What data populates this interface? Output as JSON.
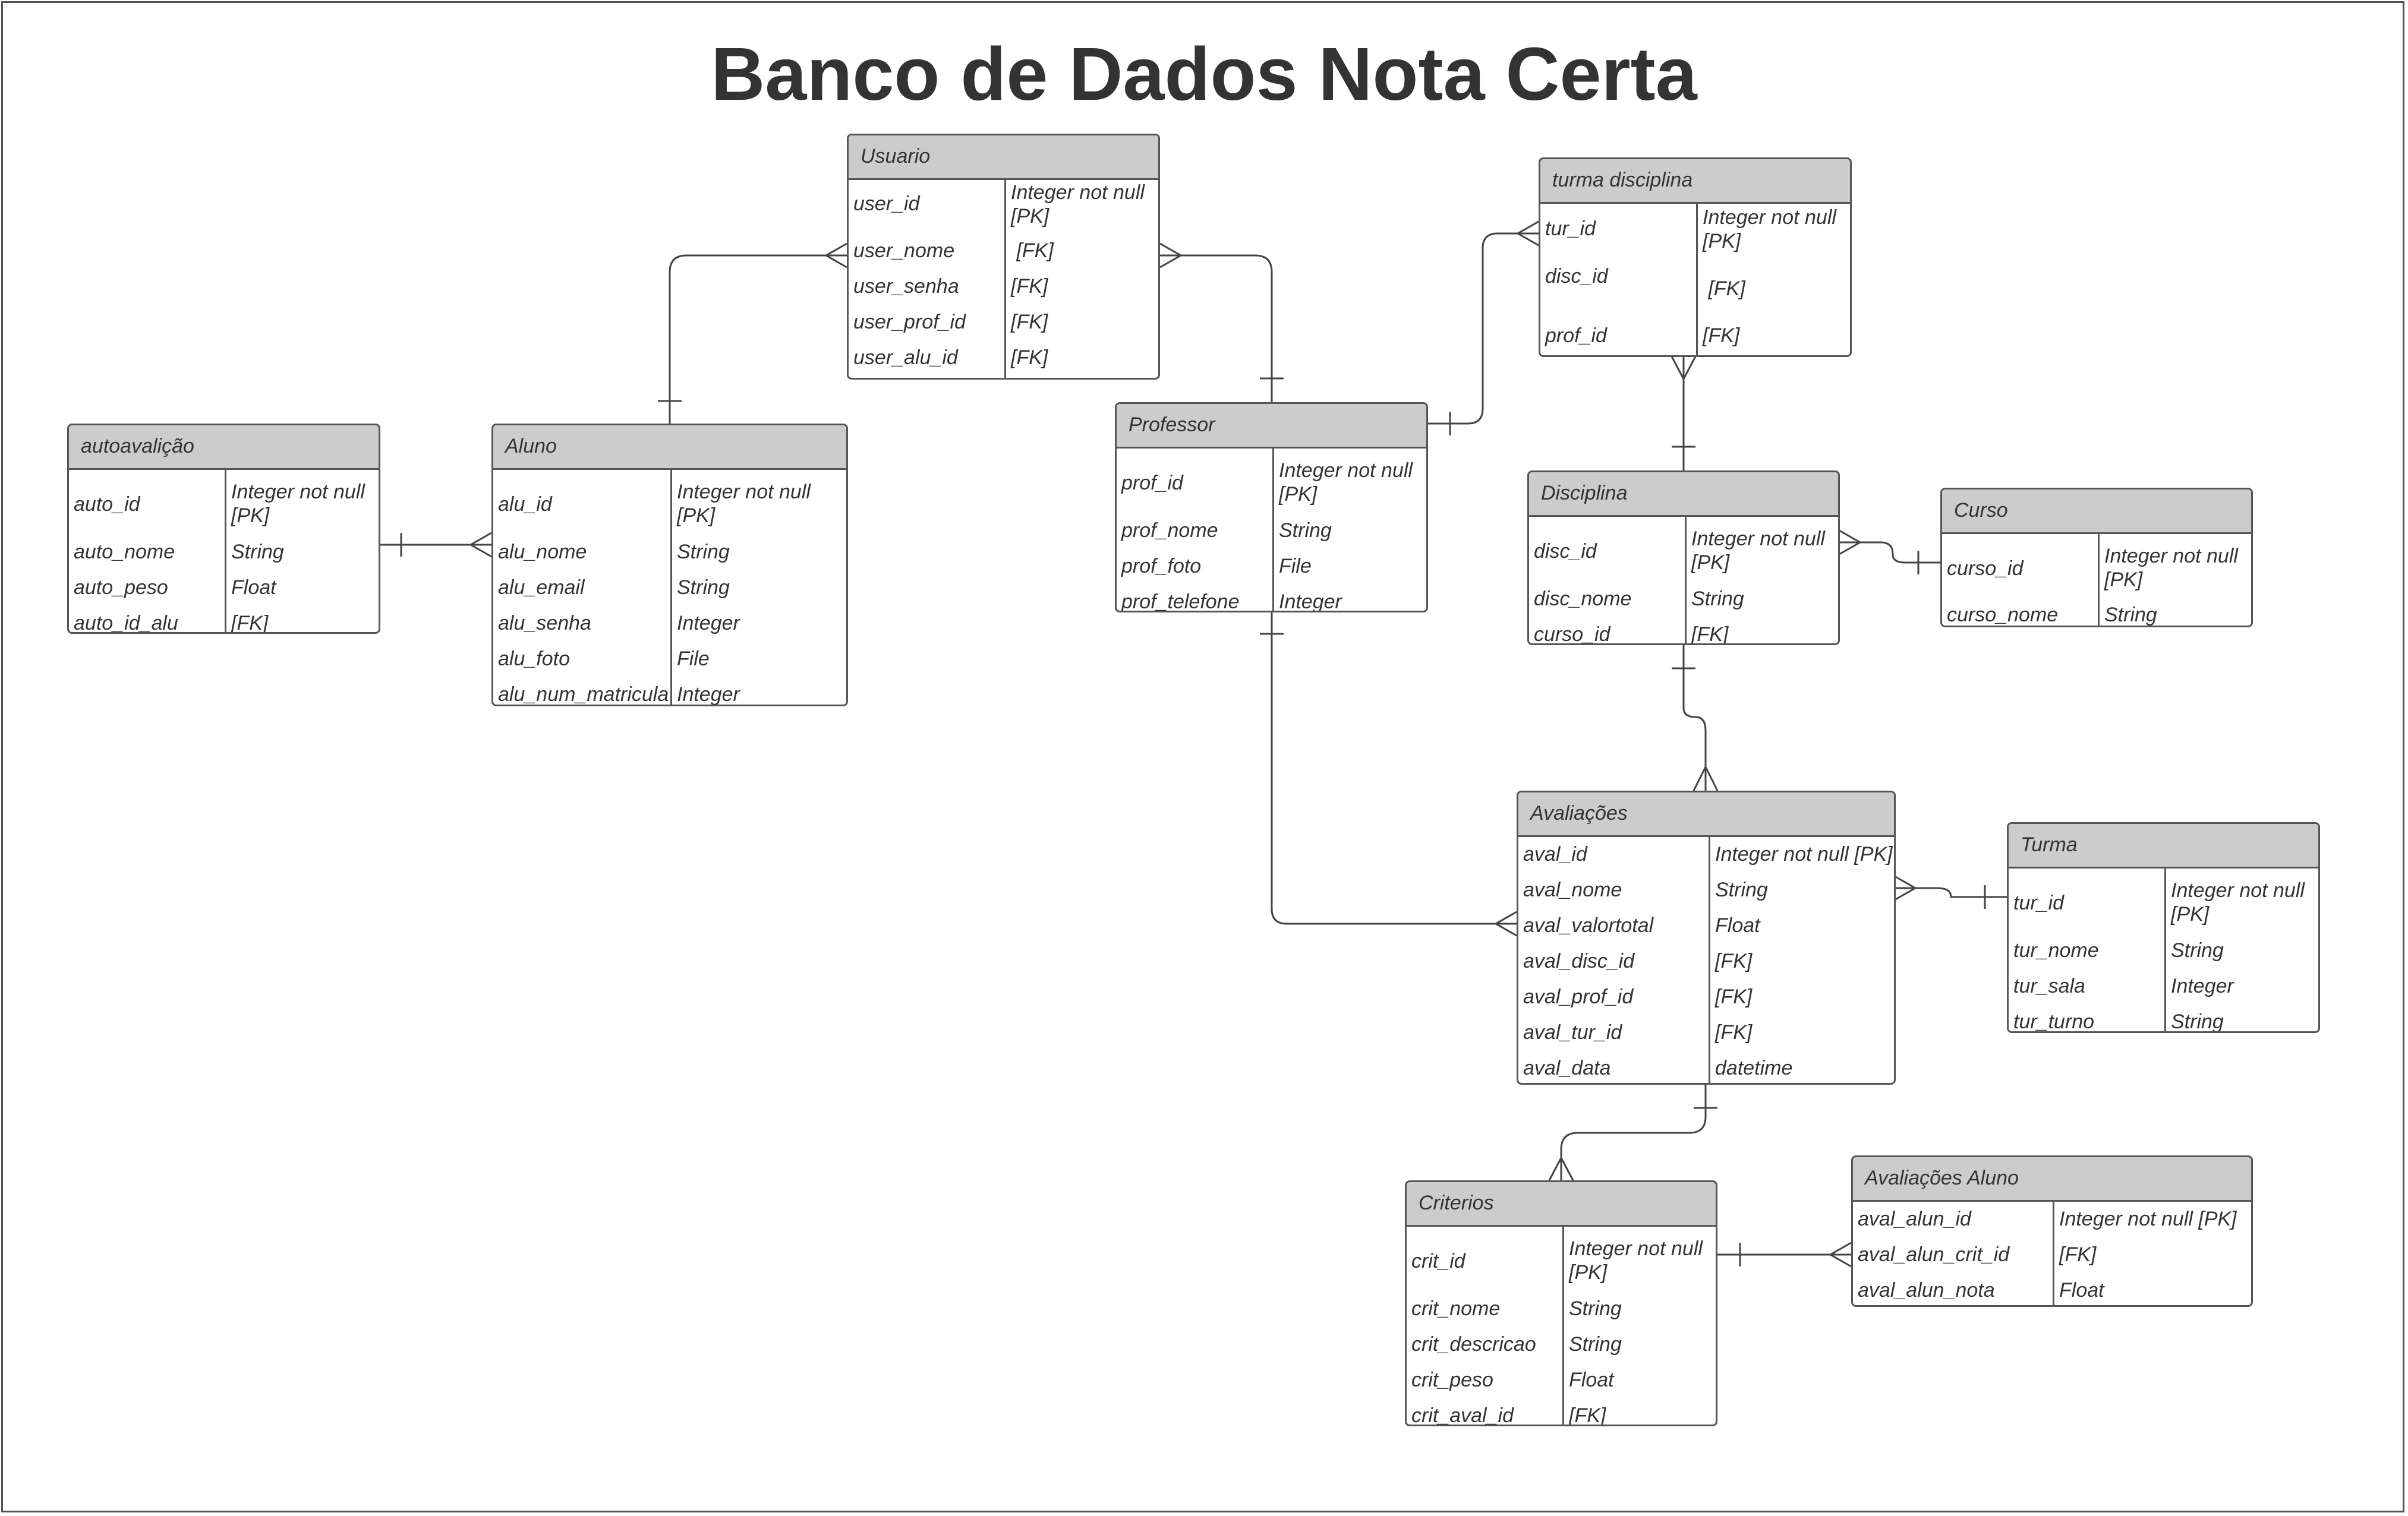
{
  "title": "Banco de Dados Nota Certa",
  "colors": {
    "header_fill": "#cccccc",
    "border": "#555555",
    "text": "#333333"
  },
  "entities": [
    {
      "name": "Usuario",
      "fields": [
        {
          "name": "user_id",
          "type": "Integer not null [PK]"
        },
        {
          "name": "user_nome",
          "type": " [FK]"
        },
        {
          "name": "user_senha",
          "type": "[FK]"
        },
        {
          "name": "user_prof_id",
          "type": "[FK]"
        },
        {
          "name": "user_alu_id",
          "type": "[FK]"
        }
      ]
    },
    {
      "name": "turma disciplina",
      "fields": [
        {
          "name": "tur_id",
          "type": "Integer not null [PK]"
        },
        {
          "name": "disc_id",
          "type": " [FK]"
        },
        {
          "name": "prof_id",
          "type": "[FK]"
        }
      ]
    },
    {
      "name": "autoavalição",
      "fields": [
        {
          "name": "auto_id",
          "type": "Integer not null [PK]"
        },
        {
          "name": "auto_nome",
          "type": "String"
        },
        {
          "name": "auto_peso",
          "type": "Float"
        },
        {
          "name": "auto_id_alu",
          "type": "[FK]"
        }
      ]
    },
    {
      "name": "Aluno",
      "fields": [
        {
          "name": "alu_id",
          "type": "Integer not null [PK]"
        },
        {
          "name": "alu_nome",
          "type": "String"
        },
        {
          "name": "alu_email",
          "type": "String"
        },
        {
          "name": "alu_senha",
          "type": "Integer"
        },
        {
          "name": "alu_foto",
          "type": "File"
        },
        {
          "name": "alu_num_matricula",
          "type": "Integer"
        }
      ]
    },
    {
      "name": "Professor",
      "fields": [
        {
          "name": "prof_id",
          "type": "Integer not null [PK]"
        },
        {
          "name": "prof_nome",
          "type": "String"
        },
        {
          "name": "prof_foto",
          "type": "File"
        },
        {
          "name": "prof_telefone",
          "type": "Integer"
        }
      ]
    },
    {
      "name": "Disciplina",
      "fields": [
        {
          "name": "disc_id",
          "type": "Integer not null [PK]"
        },
        {
          "name": "disc_nome",
          "type": "String"
        },
        {
          "name": "curso_id",
          "type": "[FK]"
        }
      ]
    },
    {
      "name": "Curso",
      "fields": [
        {
          "name": "curso_id",
          "type": "Integer not null [PK]"
        },
        {
          "name": "curso_nome",
          "type": "String"
        }
      ]
    },
    {
      "name": "Avaliações",
      "fields": [
        {
          "name": "aval_id",
          "type": "Integer not null [PK]"
        },
        {
          "name": "aval_nome",
          "type": "String"
        },
        {
          "name": "aval_valortotal",
          "type": "Float"
        },
        {
          "name": "aval_disc_id",
          "type": "[FK]"
        },
        {
          "name": "aval_prof_id",
          "type": "[FK]"
        },
        {
          "name": "aval_tur_id",
          "type": "[FK]"
        },
        {
          "name": "aval_data",
          "type": "datetime"
        }
      ]
    },
    {
      "name": "Turma",
      "fields": [
        {
          "name": "tur_id",
          "type": "Integer not null [PK]"
        },
        {
          "name": "tur_nome",
          "type": "String"
        },
        {
          "name": "tur_sala",
          "type": "Integer"
        },
        {
          "name": "tur_turno",
          "type": "String"
        }
      ]
    },
    {
      "name": "Criterios",
      "fields": [
        {
          "name": "crit_id",
          "type": "Integer not null [PK]"
        },
        {
          "name": "crit_nome",
          "type": "String"
        },
        {
          "name": "crit_descricao",
          "type": "String"
        },
        {
          "name": "crit_peso",
          "type": "Float"
        },
        {
          "name": "crit_aval_id",
          "type": "[FK]"
        }
      ]
    },
    {
      "name": "Avaliações Aluno",
      "fields": [
        {
          "name": "aval_alun_id",
          "type": "Integer not null [PK]"
        },
        {
          "name": "aval_alun_crit_id",
          "type": "[FK]"
        },
        {
          "name": "aval_alun_nota",
          "type": "Float"
        }
      ]
    }
  ]
}
